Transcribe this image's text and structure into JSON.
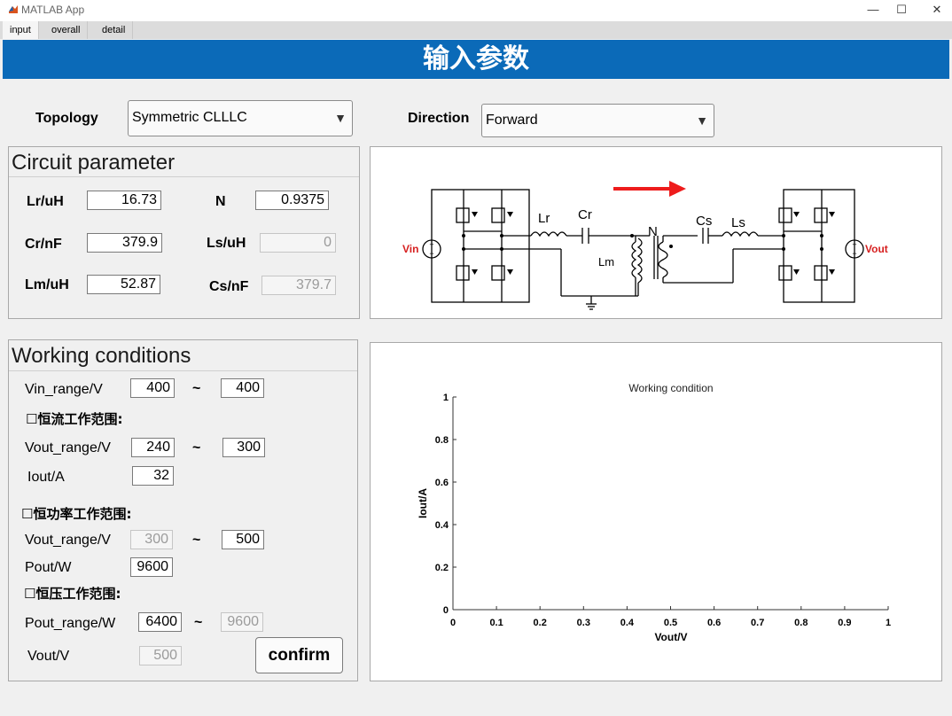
{
  "window": {
    "title": "MATLAB App",
    "minimize": "—",
    "maximize": "☐",
    "close": "✕"
  },
  "tabs": [
    "input",
    "overall",
    "detail"
  ],
  "banner": "输入参数",
  "topology": {
    "label": "Topology",
    "value": "Symmetric CLLLC"
  },
  "direction": {
    "label": "Direction",
    "value": "Forward"
  },
  "circuit": {
    "title": "Circuit  parameter",
    "lr": {
      "label": "Lr/uH",
      "value": "16.73"
    },
    "n": {
      "label": "N",
      "value": "0.9375"
    },
    "cr": {
      "label": "Cr/nF",
      "value": "379.9"
    },
    "ls": {
      "label": "Ls/uH",
      "value": "0"
    },
    "lm": {
      "label": "Lm/uH",
      "value": "52.87"
    },
    "cs": {
      "label": "Cs/nF",
      "value": "379.7"
    }
  },
  "schematic": {
    "lr": "Lr",
    "cr": "Cr",
    "n": "N",
    "lm": "Lm",
    "cs": "Cs",
    "ls": "Ls",
    "vin": "Vin",
    "vout": "Vout"
  },
  "working": {
    "title": "Working conditions",
    "vin_label": "Vin_range/V",
    "vin_min": "400",
    "vin_max": "400",
    "cc_header": "☐恒流工作范围:",
    "cc_vout_label": "Vout_range/V",
    "cc_vout_min": "240",
    "cc_vout_max": "300",
    "cc_iout_label": "Iout/A",
    "cc_iout": "32",
    "cp_header": "☐恒功率工作范围:",
    "cp_vout_label": "Vout_range/V",
    "cp_vout_min": "300",
    "cp_vout_max": "500",
    "cp_pout_label": "Pout/W",
    "cp_pout": "9600",
    "cv_header": "☐恒压工作范围:",
    "cv_pout_label": "Pout_range/W",
    "cv_pout_min": "6400",
    "cv_pout_max": "9600",
    "cv_vout_label": "Vout/V",
    "cv_vout": "500",
    "tilde": "~",
    "confirm": "confirm"
  },
  "chart_data": {
    "type": "line",
    "title": "Working condition",
    "xlabel": "Vout/V",
    "ylabel": "Iout/A",
    "xlim": [
      0,
      1
    ],
    "ylim": [
      0,
      1
    ],
    "xticks": [
      "0",
      "0.1",
      "0.2",
      "0.3",
      "0.4",
      "0.5",
      "0.6",
      "0.7",
      "0.8",
      "0.9",
      "1"
    ],
    "yticks": [
      "0",
      "0.2",
      "0.4",
      "0.6",
      "0.8",
      "1"
    ],
    "series": [],
    "grid": false
  },
  "colors": {
    "banner": "#0b6ab8",
    "arrow": "#ee1c1c",
    "source_label": "#d61f1f"
  }
}
